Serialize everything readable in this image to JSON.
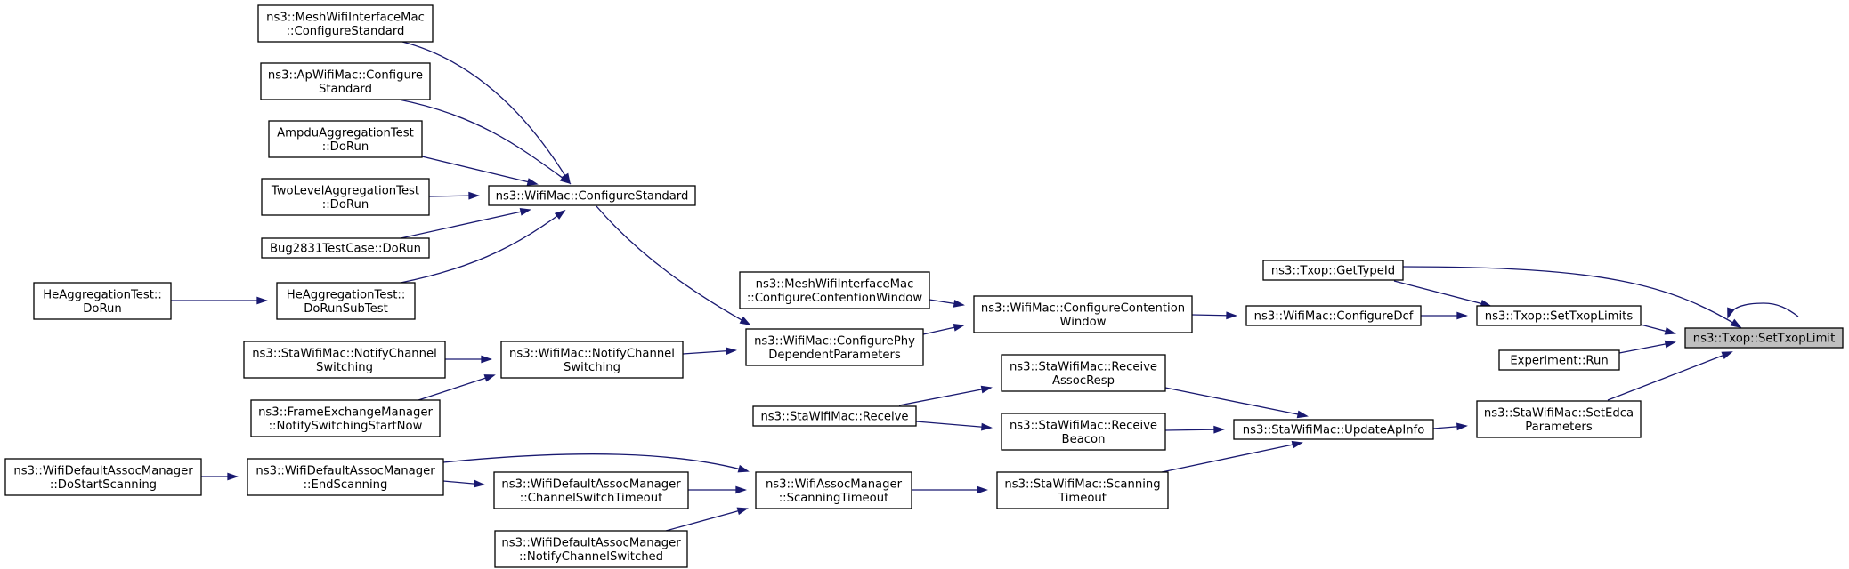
{
  "diagram": {
    "colors": {
      "edge": "#191970",
      "node_border": "#000000",
      "node_fill": "#ffffff",
      "focus_fill": "#bfbfbf"
    },
    "nodes": [
      {
        "id": "txop-settxoplimit",
        "lines": [
          "ns3::Txop::SetTxopLimit"
        ]
      },
      {
        "id": "txop-gettypeid",
        "lines": [
          "ns3::Txop::GetTypeId"
        ]
      },
      {
        "id": "txop-settxoplimits",
        "lines": [
          "ns3::Txop::SetTxopLimits"
        ]
      },
      {
        "id": "experiment-run",
        "lines": [
          "Experiment::Run"
        ]
      },
      {
        "id": "sta-setedca",
        "lines": [
          "ns3::StaWifiMac::SetEdca",
          "Parameters"
        ]
      },
      {
        "id": "wifimac-configuredcf",
        "lines": [
          "ns3::WifiMac::ConfigureDcf"
        ]
      },
      {
        "id": "wifimac-configurecontention",
        "lines": [
          "ns3::WifiMac::ConfigureContention",
          "Window"
        ]
      },
      {
        "id": "mesh-configurecontention",
        "lines": [
          "ns3::MeshWifiInterfaceMac",
          "::ConfigureContentionWindow"
        ]
      },
      {
        "id": "wifimac-configurephy",
        "lines": [
          "ns3::WifiMac::ConfigurePhy",
          "DependentParameters"
        ]
      },
      {
        "id": "wifimac-configurestandard",
        "lines": [
          "ns3::WifiMac::ConfigureStandard"
        ]
      },
      {
        "id": "mesh-configurestandard",
        "lines": [
          "ns3::MeshWifiInterfaceMac",
          "::ConfigureStandard"
        ]
      },
      {
        "id": "ap-configurestandard",
        "lines": [
          "ns3::ApWifiMac::Configure",
          "Standard"
        ]
      },
      {
        "id": "ampdu-dorun",
        "lines": [
          "AmpduAggregationTest",
          "::DoRun"
        ]
      },
      {
        "id": "twolevel-dorun",
        "lines": [
          "TwoLevelAggregationTest",
          "::DoRun"
        ]
      },
      {
        "id": "bug2831-dorun",
        "lines": [
          "Bug2831TestCase::DoRun"
        ]
      },
      {
        "id": "he-dorunsubtest",
        "lines": [
          "HeAggregationTest::",
          "DoRunSubTest"
        ]
      },
      {
        "id": "he-dorun",
        "lines": [
          "HeAggregationTest::",
          "DoRun"
        ]
      },
      {
        "id": "wifimac-notifychannel",
        "lines": [
          "ns3::WifiMac::NotifyChannel",
          "Switching"
        ]
      },
      {
        "id": "sta-notifychannel",
        "lines": [
          "ns3::StaWifiMac::NotifyChannel",
          "Switching"
        ]
      },
      {
        "id": "fem-notifyswitching",
        "lines": [
          "ns3::FrameExchangeManager",
          "::NotifySwitchingStartNow"
        ]
      },
      {
        "id": "sta-updateapinfo",
        "lines": [
          "ns3::StaWifiMac::UpdateApInfo"
        ]
      },
      {
        "id": "sta-receiveassocresp",
        "lines": [
          "ns3::StaWifiMac::Receive",
          "AssocResp"
        ]
      },
      {
        "id": "sta-receivebeacon",
        "lines": [
          "ns3::StaWifiMac::Receive",
          "Beacon"
        ]
      },
      {
        "id": "sta-receive",
        "lines": [
          "ns3::StaWifiMac::Receive"
        ]
      },
      {
        "id": "sta-scanningtimeout",
        "lines": [
          "ns3::StaWifiMac::Scanning",
          "Timeout"
        ]
      },
      {
        "id": "assoc-scanningtimeout",
        "lines": [
          "ns3::WifiAssocManager",
          "::ScanningTimeout"
        ]
      },
      {
        "id": "default-endscanning",
        "lines": [
          "ns3::WifiDefaultAssocManager",
          "::EndScanning"
        ]
      },
      {
        "id": "default-dostartscanning",
        "lines": [
          "ns3::WifiDefaultAssocManager",
          "::DoStartScanning"
        ]
      },
      {
        "id": "default-channelswitchtimeout",
        "lines": [
          "ns3::WifiDefaultAssocManager",
          "::ChannelSwitchTimeout"
        ]
      },
      {
        "id": "default-notifychannelswitched",
        "lines": [
          "ns3::WifiDefaultAssocManager",
          "::NotifyChannelSwitched"
        ]
      }
    ],
    "edges": [
      {
        "from": "txop-settxoplimit",
        "to": "txop-settxoplimit"
      },
      {
        "from": "txop-settxoplimit",
        "to": "txop-gettypeid"
      },
      {
        "from": "txop-settxoplimit",
        "to": "txop-settxoplimits"
      },
      {
        "from": "txop-settxoplimit",
        "to": "experiment-run"
      },
      {
        "from": "txop-settxoplimit",
        "to": "sta-setedca"
      },
      {
        "from": "txop-settxoplimits",
        "to": "txop-gettypeid"
      },
      {
        "from": "txop-settxoplimits",
        "to": "wifimac-configuredcf"
      },
      {
        "from": "wifimac-configuredcf",
        "to": "wifimac-configurecontention"
      },
      {
        "from": "wifimac-configurecontention",
        "to": "mesh-configurecontention"
      },
      {
        "from": "wifimac-configurecontention",
        "to": "wifimac-configurephy"
      },
      {
        "from": "wifimac-configurephy",
        "to": "wifimac-configurestandard"
      },
      {
        "from": "wifimac-configurephy",
        "to": "wifimac-notifychannel"
      },
      {
        "from": "wifimac-configurestandard",
        "to": "mesh-configurestandard"
      },
      {
        "from": "wifimac-configurestandard",
        "to": "ap-configurestandard"
      },
      {
        "from": "wifimac-configurestandard",
        "to": "ampdu-dorun"
      },
      {
        "from": "wifimac-configurestandard",
        "to": "twolevel-dorun"
      },
      {
        "from": "wifimac-configurestandard",
        "to": "bug2831-dorun"
      },
      {
        "from": "wifimac-configurestandard",
        "to": "he-dorunsubtest"
      },
      {
        "from": "he-dorunsubtest",
        "to": "he-dorun"
      },
      {
        "from": "wifimac-notifychannel",
        "to": "sta-notifychannel"
      },
      {
        "from": "wifimac-notifychannel",
        "to": "fem-notifyswitching"
      },
      {
        "from": "sta-setedca",
        "to": "sta-updateapinfo"
      },
      {
        "from": "sta-updateapinfo",
        "to": "sta-receiveassocresp"
      },
      {
        "from": "sta-updateapinfo",
        "to": "sta-receivebeacon"
      },
      {
        "from": "sta-updateapinfo",
        "to": "sta-scanningtimeout"
      },
      {
        "from": "sta-receiveassocresp",
        "to": "sta-receive"
      },
      {
        "from": "sta-receivebeacon",
        "to": "sta-receive"
      },
      {
        "from": "sta-scanningtimeout",
        "to": "assoc-scanningtimeout"
      },
      {
        "from": "assoc-scanningtimeout",
        "to": "default-endscanning"
      },
      {
        "from": "assoc-scanningtimeout",
        "to": "default-channelswitchtimeout"
      },
      {
        "from": "assoc-scanningtimeout",
        "to": "default-notifychannelswitched"
      },
      {
        "from": "default-channelswitchtimeout",
        "to": "default-endscanning"
      },
      {
        "from": "default-endscanning",
        "to": "default-dostartscanning"
      }
    ]
  }
}
